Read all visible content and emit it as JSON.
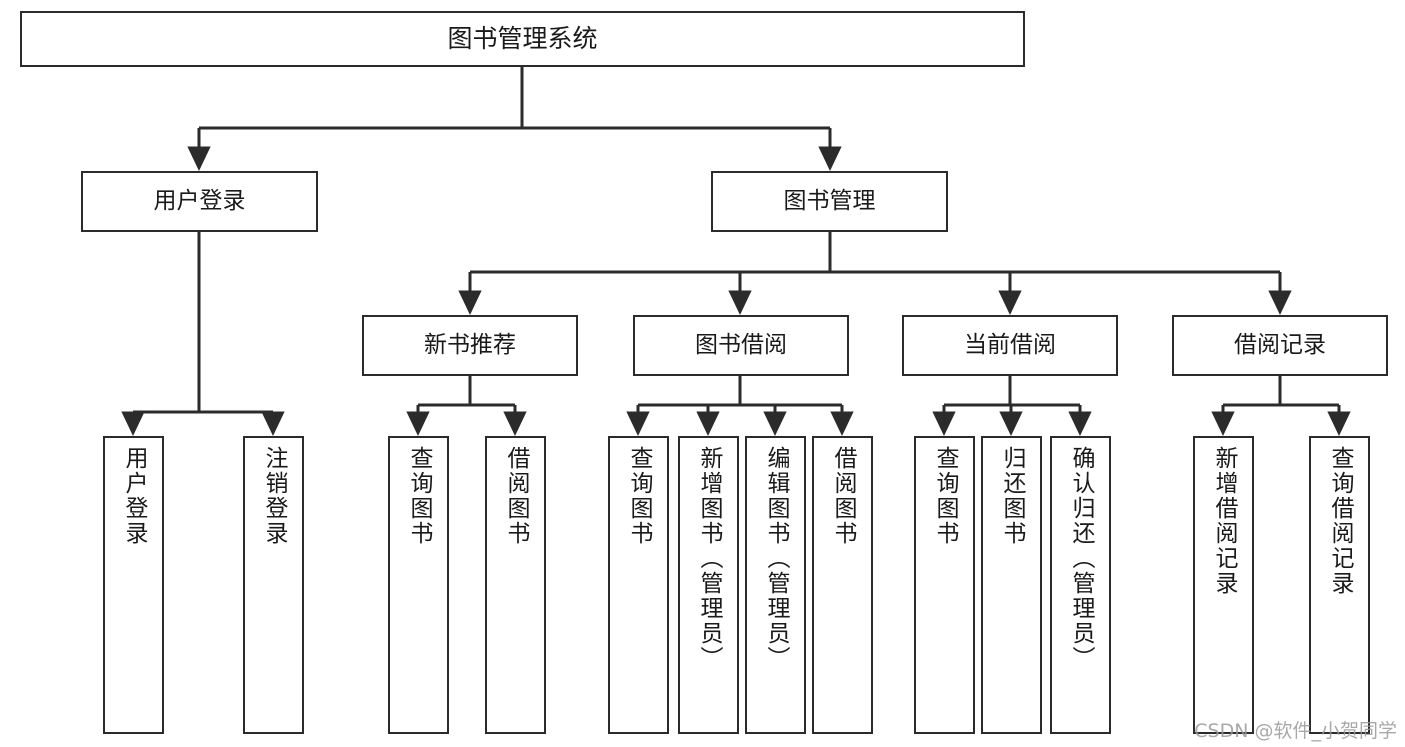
{
  "diagram": {
    "type": "tree",
    "title": "图书管理系统",
    "watermark": "CSDN @软件_小贺同学",
    "colors": {
      "box_border": "#2b2b2b",
      "box_fill": "#ffffff",
      "edge": "#2b2b2b",
      "text": "#1a1a1a",
      "watermark": "#9a9a9a"
    },
    "nodes": {
      "root": {
        "label": "图书管理系统"
      },
      "level2": [
        {
          "id": "user-login",
          "label": "用户登录"
        },
        {
          "id": "book-manage",
          "label": "图书管理"
        }
      ],
      "level3": [
        {
          "id": "new-book-recommend",
          "label": "新书推荐"
        },
        {
          "id": "book-borrow",
          "label": "图书借阅"
        },
        {
          "id": "current-borrow",
          "label": "当前借阅"
        },
        {
          "id": "borrow-record",
          "label": "借阅记录"
        }
      ],
      "leaves": {
        "user_login": [
          {
            "id": "leaf-user-login",
            "label": "用户登录"
          },
          {
            "id": "leaf-logout-login",
            "label": "注销登录"
          }
        ],
        "new_book_recommend": [
          {
            "id": "leaf-query-book-1",
            "label": "查询图书"
          },
          {
            "id": "leaf-borrow-book-1",
            "label": "借阅图书"
          }
        ],
        "book_borrow": [
          {
            "id": "leaf-query-book-2",
            "label": "查询图书"
          },
          {
            "id": "leaf-add-book",
            "label": "新增图书（管理员）"
          },
          {
            "id": "leaf-edit-book",
            "label": "编辑图书（管理员）"
          },
          {
            "id": "leaf-borrow-book-2",
            "label": "借阅图书"
          }
        ],
        "current_borrow": [
          {
            "id": "leaf-query-book-3",
            "label": "查询图书"
          },
          {
            "id": "leaf-return-book",
            "label": "归还图书"
          },
          {
            "id": "leaf-confirm-return",
            "label": "确认归还（管理员）"
          }
        ],
        "borrow_record": [
          {
            "id": "leaf-add-record",
            "label": "新增借阅记录"
          },
          {
            "id": "leaf-query-record",
            "label": "查询借阅记录"
          }
        ]
      }
    }
  }
}
